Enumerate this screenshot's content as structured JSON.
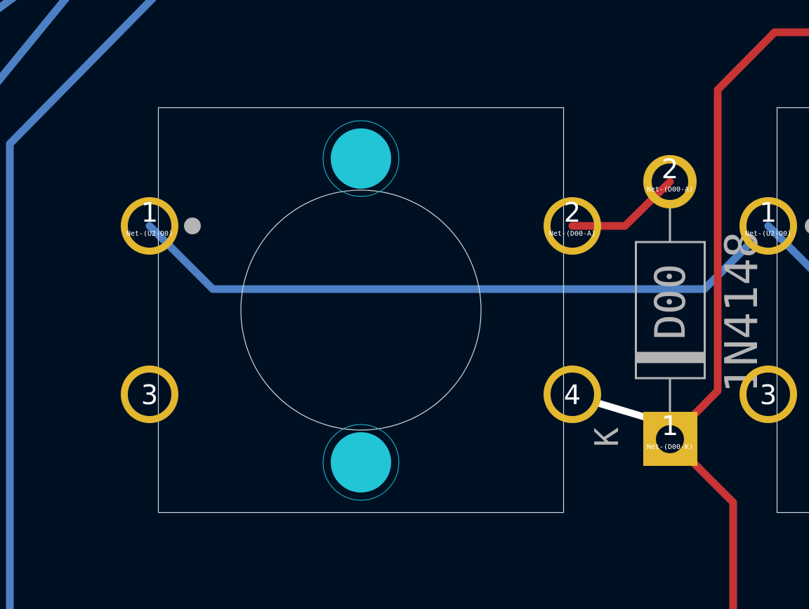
{
  "colors": {
    "background": "#001023",
    "back_copper": "#4d7fc4",
    "front_copper": "#c83434",
    "pad": "#e3b72e",
    "npth": "#22c5d6",
    "outline": "#cfd8dc",
    "silkscreen": "#b4b4b4",
    "ratsnest": "#ffffff",
    "pad_text": "#ffffff"
  },
  "switch_pads": [
    {
      "number": "1",
      "net": "Net-(U2-O0)"
    },
    {
      "number": "2",
      "net": "Net-(D00-A)"
    },
    {
      "number": "3",
      "net": ""
    },
    {
      "number": "4",
      "net": ""
    }
  ],
  "diode": {
    "reference": "D00",
    "value": "1N4148",
    "cathode_mark": "K",
    "pads": [
      {
        "number": "1",
        "net": "Net-(D00-K)",
        "shape": "square"
      },
      {
        "number": "2",
        "net": "Net-(D00-A)",
        "shape": "round"
      }
    ]
  },
  "next_switch_pads": [
    {
      "number": "1",
      "net": "Net-(U2-O0)"
    },
    {
      "number": "3",
      "net": ""
    }
  ]
}
